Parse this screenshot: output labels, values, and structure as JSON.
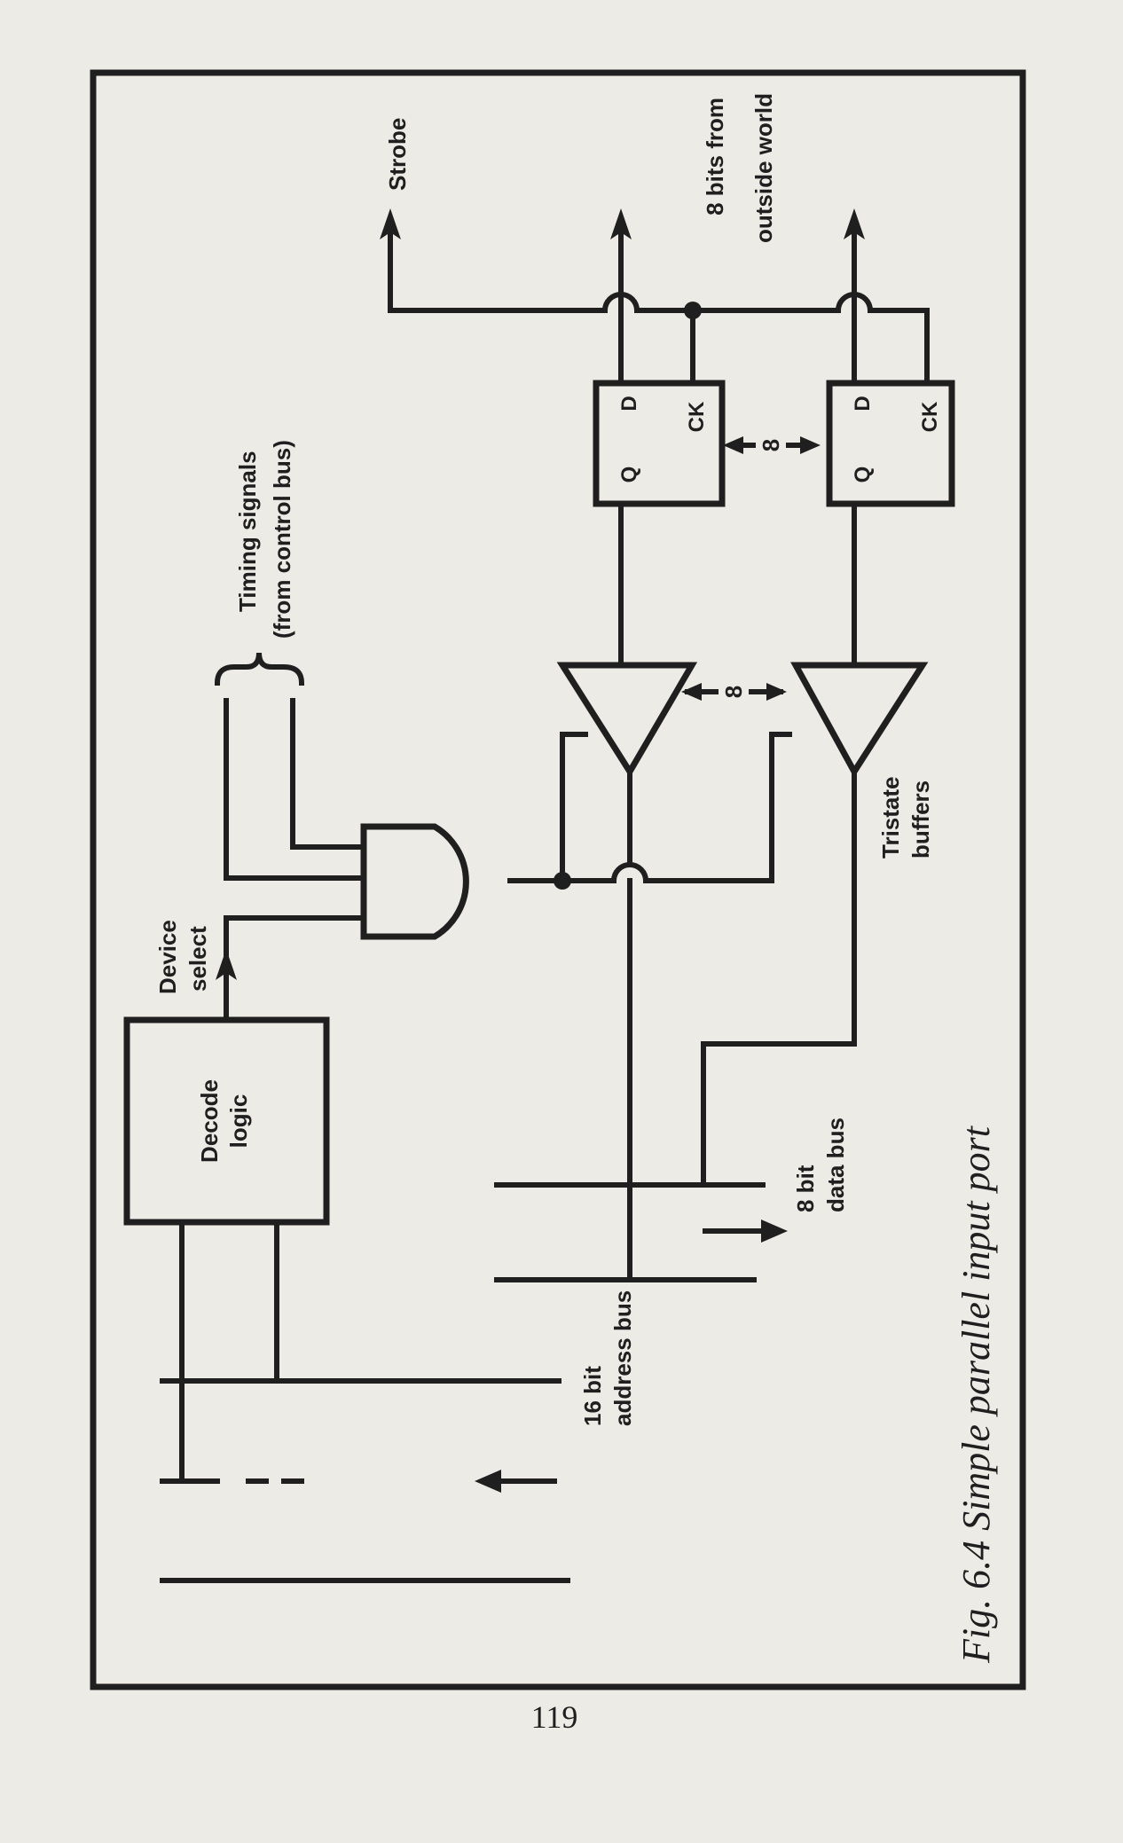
{
  "labels": {
    "strobe": "Strobe",
    "outside_world_1": "8 bits from",
    "outside_world_2": "outside world",
    "timing_1": "Timing signals",
    "timing_2": "(from control bus)",
    "device_select_1": "Device",
    "device_select_2": "select",
    "decode_1": "Decode",
    "decode_2": "logic",
    "tristate_1": "Tristate",
    "tristate_2": "buffers",
    "data_bus_1": "8 bit",
    "data_bus_2": "data bus",
    "address_bus_1": "16 bit",
    "address_bus_2": "address bus",
    "bits_8_a": "8",
    "bits_8_b": "8"
  },
  "flipflop_pins": {
    "q": "Q",
    "d": "D",
    "ck": "CK"
  },
  "caption": "Fig. 6.4 Simple parallel input port",
  "page_number": "119"
}
